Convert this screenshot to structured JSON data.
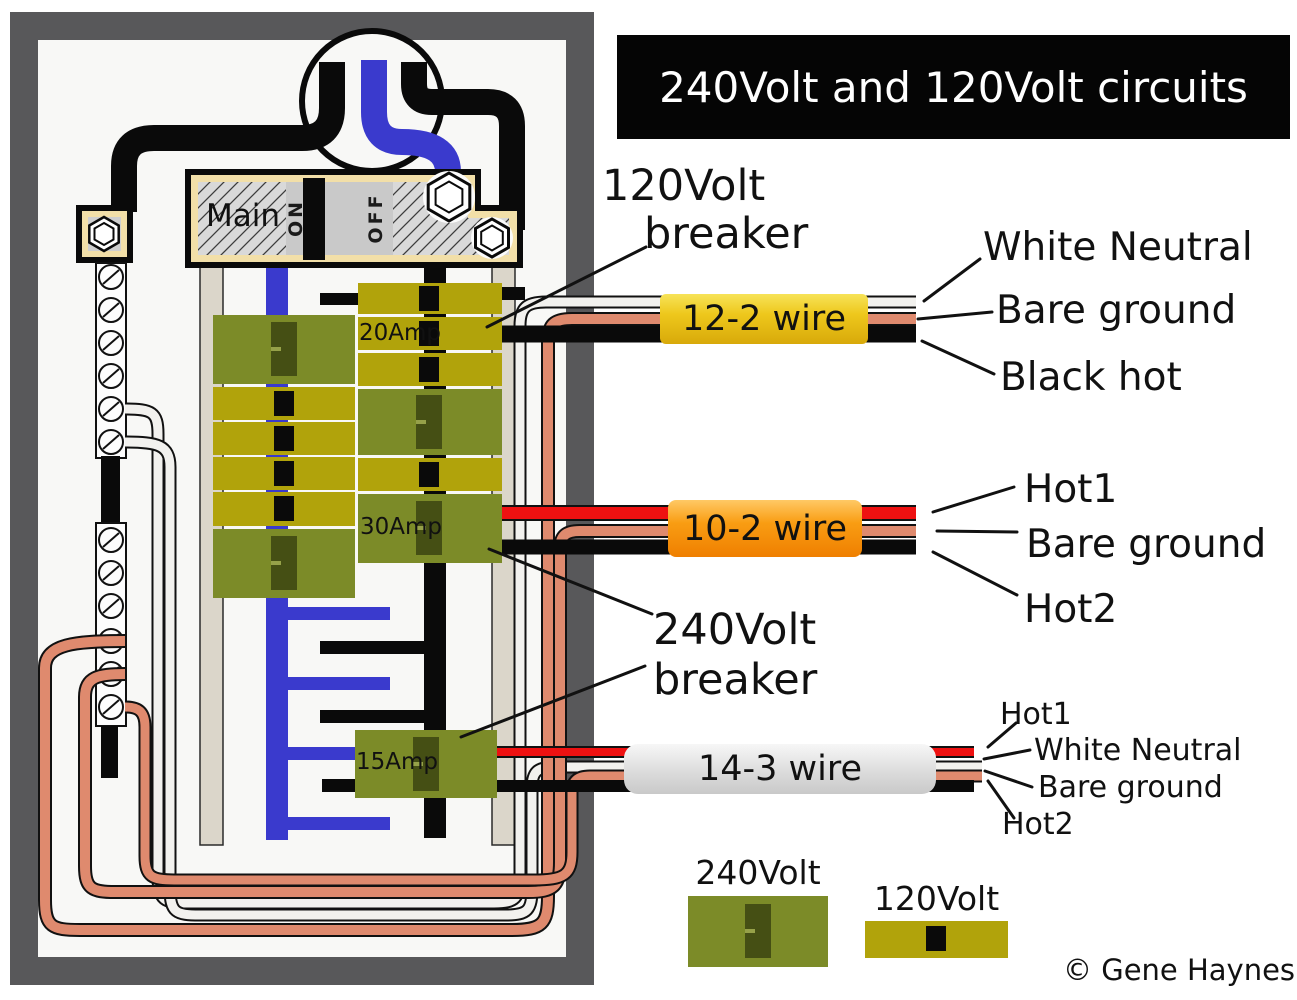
{
  "banner": {
    "title": "240Volt and 120Volt circuits"
  },
  "panel": {
    "main_breaker": {
      "label": "Main",
      "on_label": "ON",
      "off_label": "OFF"
    },
    "breakers": {
      "amp20": "20Amp",
      "amp30": "30Amp",
      "amp15": "15Amp"
    }
  },
  "callouts": {
    "breaker_120v_line1": "120Volt",
    "breaker_120v_line2": "breaker",
    "breaker_240v_line1": "240Volt",
    "breaker_240v_line2": "breaker"
  },
  "cables": {
    "wire_12_2": {
      "label": "12-2 wire",
      "conductors": [
        "White Neutral",
        "Bare ground",
        "Black hot"
      ]
    },
    "wire_10_2": {
      "label": "10-2 wire",
      "conductors": [
        "Hot1",
        "Bare ground",
        "Hot2"
      ]
    },
    "wire_14_3": {
      "label": "14-3 wire",
      "conductors": [
        "Hot1",
        "White Neutral",
        "Bare ground",
        "Hot2"
      ]
    }
  },
  "legend": {
    "breaker_240v": "240Volt",
    "breaker_120v": "120Volt"
  },
  "copyright": "© Gene Haynes",
  "colors": {
    "breaker_120v": "#b1a30b",
    "breaker_240v": "#7c8b28",
    "neutral_white": "#f2f1ee",
    "ground_copper": "#df8a6e",
    "hot_black": "#0a0a0a",
    "hot_red": "#ee1111",
    "bus_blue": "#3a3acd",
    "panel_frame": "#58585a",
    "label_12_2": "#eec81c",
    "label_10_2": "#f99d13",
    "label_14_3": "#d9d9d9",
    "banner_bg": "#050505"
  }
}
